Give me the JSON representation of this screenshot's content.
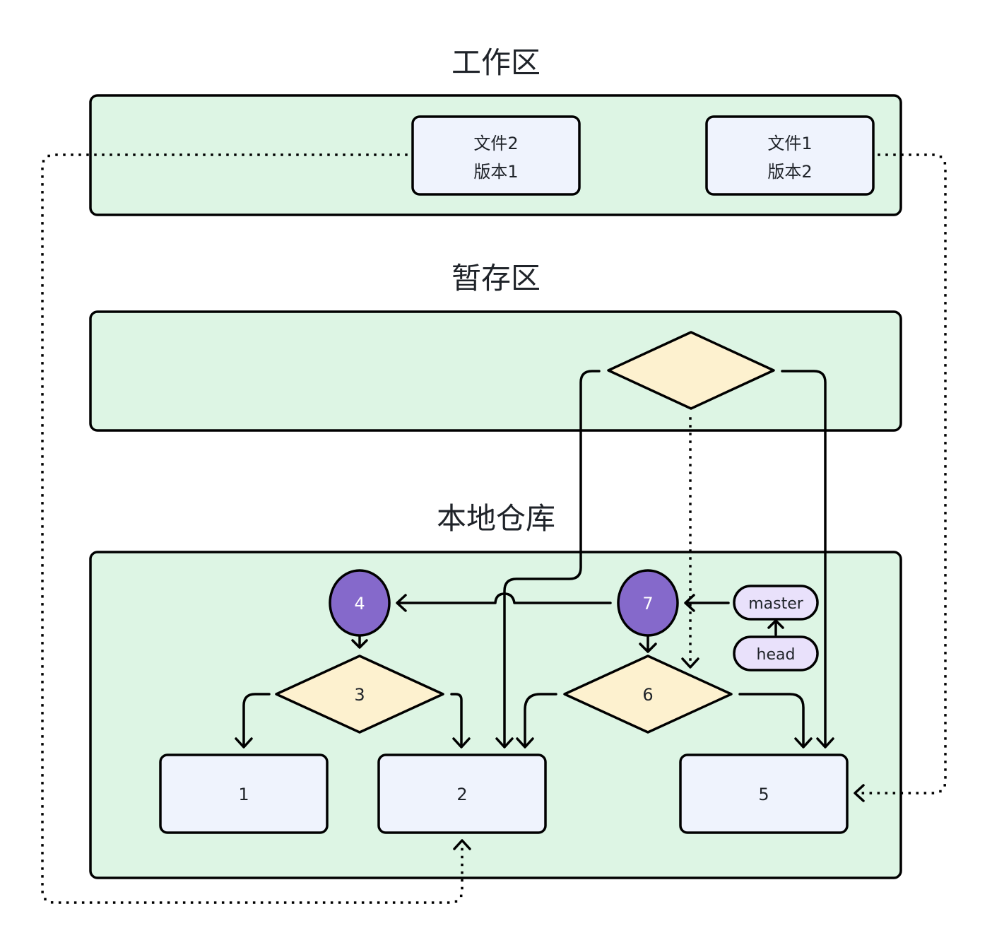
{
  "sections": {
    "workspace": {
      "title": "工作区"
    },
    "staging": {
      "title": "暂存区"
    },
    "local_repo": {
      "title": "本地仓库"
    }
  },
  "workspace_files": [
    {
      "line1": "文件2",
      "line2": "版本1"
    },
    {
      "line1": "文件1",
      "line2": "版本2"
    }
  ],
  "staging_nodes": {
    "tree_label": ""
  },
  "repo_nodes": {
    "commit_4": "4",
    "commit_7": "7",
    "tree_3": "3",
    "tree_6": "6",
    "blob_1": "1",
    "blob_2": "2",
    "blob_5": "5",
    "branch_master": "master",
    "ref_head": "head"
  },
  "colors": {
    "frame_fill": "#ddf5e4",
    "box_fill": "#eff3fd",
    "diamond_fill": "#fdf1cf",
    "commit_fill": "#8569cb",
    "pill_fill": "#e9e1fb",
    "stroke": "#000000"
  }
}
